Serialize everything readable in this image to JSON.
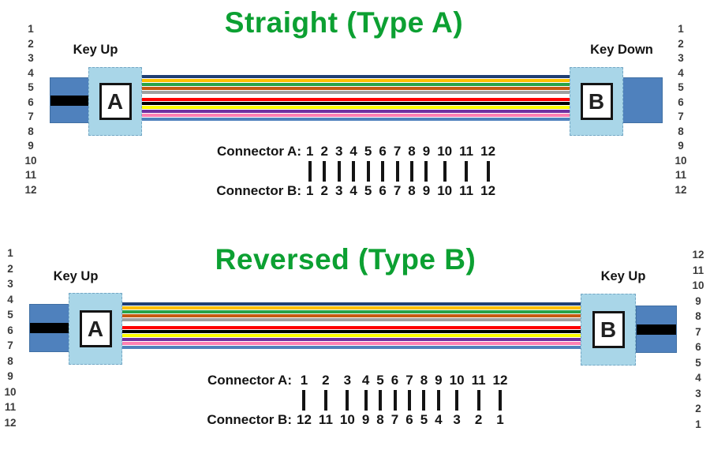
{
  "colors": {
    "title_green": "#0ca032",
    "boot_blue": "#4f81bd",
    "connector_blue": "#a9d6e8",
    "key_stripe_black": "#000000",
    "fiber_colors": [
      "#1f3f74",
      "#ffc000",
      "#28a348",
      "#c55a11",
      "#a0a0a0",
      "#ffffff",
      "#ff0000",
      "#000000",
      "#ffff00",
      "#7030a0",
      "#ff80b3",
      "#4f81bd"
    ]
  },
  "diagrams": [
    {
      "title": "Straight (Type A)",
      "left_key_label": "Key Up",
      "right_key_label": "Key Down",
      "connector_a_letter": "A",
      "connector_b_letter": "B",
      "left_boot_key_stripe": true,
      "right_boot_key_stripe": false,
      "left_fiber_numbers": [
        "1",
        "2",
        "3",
        "4",
        "5",
        "6",
        "7",
        "8",
        "9",
        "10",
        "11",
        "12"
      ],
      "right_fiber_numbers": [
        "1",
        "2",
        "3",
        "4",
        "5",
        "6",
        "7",
        "8",
        "9",
        "10",
        "11",
        "12"
      ],
      "mapping": {
        "connector_a_label": "Connector A:",
        "connector_b_label": "Connector B:",
        "connector_a_positions": [
          "1",
          "2",
          "3",
          "4",
          "5",
          "6",
          "7",
          "8",
          "9",
          "10",
          "11",
          "12"
        ],
        "connector_b_positions": [
          "1",
          "2",
          "3",
          "4",
          "5",
          "6",
          "7",
          "8",
          "9",
          "10",
          "11",
          "12"
        ]
      }
    },
    {
      "title": "Reversed (Type B)",
      "left_key_label": "Key Up",
      "right_key_label": "Key Up",
      "connector_a_letter": "A",
      "connector_b_letter": "B",
      "left_boot_key_stripe": true,
      "right_boot_key_stripe": true,
      "left_fiber_numbers": [
        "1",
        "2",
        "3",
        "4",
        "5",
        "6",
        "7",
        "8",
        "9",
        "10",
        "11",
        "12"
      ],
      "right_fiber_numbers": [
        "12",
        "11",
        "10",
        "9",
        "8",
        "7",
        "6",
        "5",
        "4",
        "3",
        "2",
        "1"
      ],
      "mapping": {
        "connector_a_label": "Connector A:",
        "connector_b_label": "Connector B:",
        "connector_a_positions": [
          "1",
          "2",
          "3",
          "4",
          "5",
          "6",
          "7",
          "8",
          "9",
          "10",
          "11",
          "12"
        ],
        "connector_b_positions": [
          "12",
          "11",
          "10",
          "9",
          "8",
          "7",
          "6",
          "5",
          "4",
          "3",
          "2",
          "1"
        ]
      }
    }
  ]
}
